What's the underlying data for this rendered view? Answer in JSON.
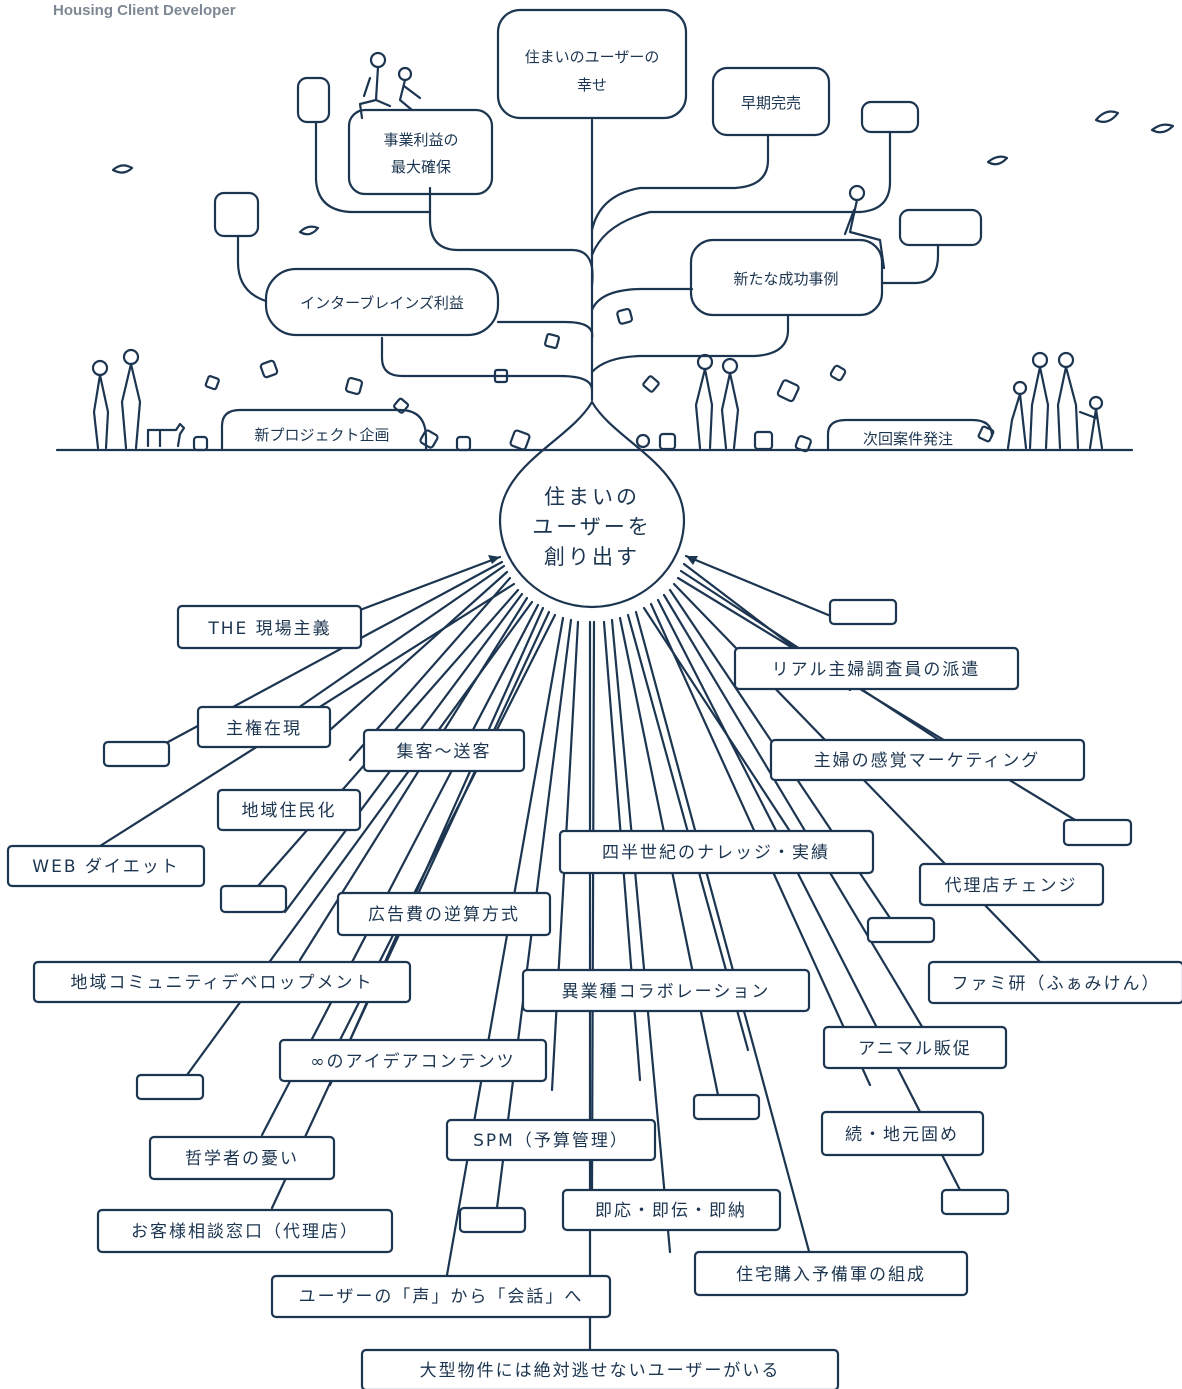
{
  "header": {
    "company": "Housing Client Developer"
  },
  "colors": {
    "ink": "#1c3550",
    "header": "#7d8894",
    "background": "#ffffff"
  },
  "drop": {
    "lines": [
      "住まいの",
      "ユーザーを",
      "創り出す"
    ]
  },
  "tree": {
    "top": [
      "住まいのユーザーの",
      "幸せ"
    ],
    "profit": [
      "事業利益の",
      "最大確保"
    ],
    "early": "早期完売",
    "cases": "新たな成功事例",
    "ib": "インターブレインズ利益",
    "planning": "新プロジェクト企画",
    "next": "次回案件発注"
  },
  "roots": {
    "genba": "THE 現場主義",
    "shuken": "主権在現",
    "shukyaku": "集客～送客",
    "chiiki": "地域住民化",
    "web": "WEB ダイエット",
    "koukoku": "広告費の逆算方式",
    "community": "地域コミュニティデベロップメント",
    "mugen": "∞のアイデアコンテンツ",
    "tetsugaku": "哲学者の憂い",
    "okyaku": "お客様相談窓口（代理店）",
    "spm": "SPM（予算管理）",
    "koe": "ユーザーの「声」から「会話」へ",
    "oogata": "大型物件には絶対逃せないユーザーがいる",
    "shihan": "四半世紀のナレッジ・実績",
    "igyoshu": "異業種コラボレーション",
    "sokuou": "即応・即伝・即納",
    "jutaku": "住宅購入予備軍の組成",
    "real": "リアル主婦調査員の派遣",
    "shufu": "主婦の感覚マーケティング",
    "dairiten": "代理店チェンジ",
    "famiken": "ファミ研（ふぁみけん）",
    "animal": "アニマル販促",
    "zoku": "続・地元固め"
  }
}
